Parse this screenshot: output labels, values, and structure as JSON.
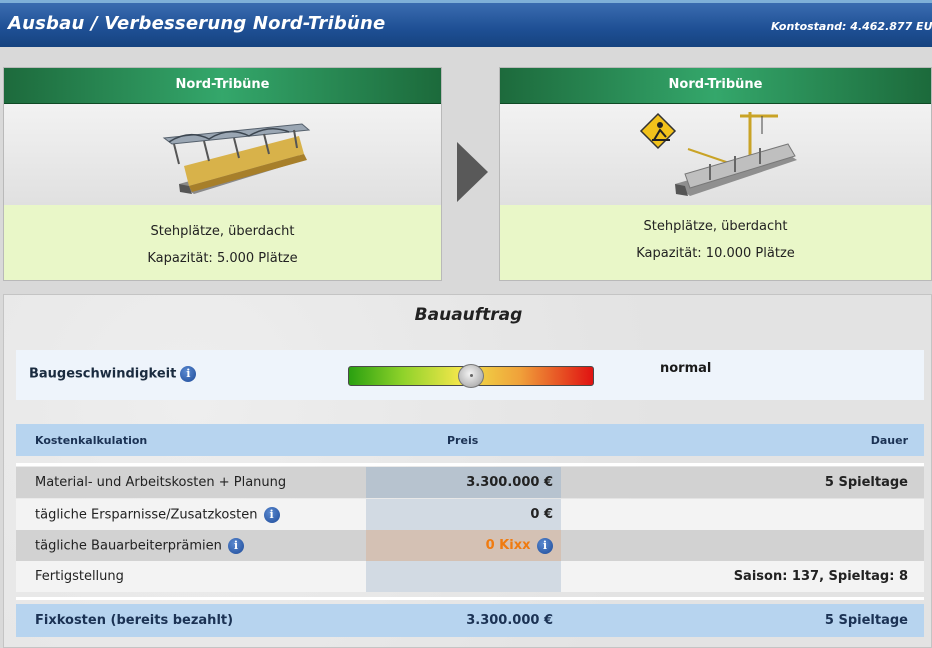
{
  "header": {
    "title": "Ausbau / Verbesserung Nord-Tribüne",
    "balance": "Kontostand: 4.462.877 EU"
  },
  "current_stand": {
    "name": "Nord-Tribüne",
    "type": "Stehplätze, überdacht",
    "capacity": "Kapazität: 5.000 Plätze"
  },
  "target_stand": {
    "name": "Nord-Tribüne",
    "type": "Stehplätze, überdacht",
    "capacity": "Kapazität: 10.000 Plätze"
  },
  "build_order": {
    "title": "Bauauftrag",
    "speed_label": "Baugeschwindigkeit",
    "speed_value": "normal",
    "speed_level": 0.5,
    "info_glyph": "i"
  },
  "cost_table": {
    "header_label": "Kostenkalkulation",
    "header_price": "Preis",
    "header_duration": "Dauer",
    "rows": [
      {
        "label": "Material- und Arbeitskosten + Planung",
        "price": "3.300.000 €",
        "duration": "5 Spieltage"
      },
      {
        "label": "tägliche Ersparnisse/Zusatzkosten",
        "price": "0 €",
        "duration": ""
      },
      {
        "label": "tägliche Bauarbeiterprämien",
        "price": "0 Kixx",
        "duration": ""
      },
      {
        "label": "Fertigstellung",
        "price": "",
        "duration": "Saison: 137, Spieltag: 8"
      }
    ],
    "fixed": {
      "label": "Fixkosten (bereits bezahlt)",
      "price": "3.300.000 €",
      "duration": "5 Spieltage"
    }
  },
  "colors": {
    "header_blue": "#1e4f94",
    "card_green": "#34a76b",
    "info_bg": "#e9f7c8",
    "table_blue": "#b7d4ef",
    "kixx_orange": "#f07b10"
  }
}
